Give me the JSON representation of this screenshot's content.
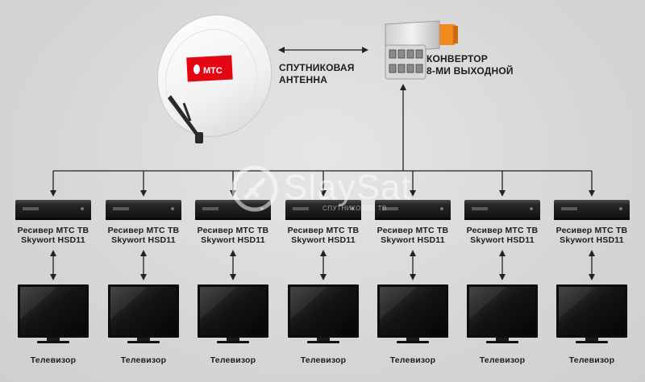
{
  "labels": {
    "antenna_line1": "СПУТНИКОВАЯ",
    "antenna_line2": "АНТЕННА",
    "converter_line1": "КОНВЕРТОР",
    "converter_line2": "8-МИ ВЫХОДНОЙ",
    "dish_logo": "МТС"
  },
  "watermark": {
    "text": "SlaySat",
    "sub": "СПУТНИКОВОЕ ТВ"
  },
  "receivers": [
    {
      "line1": "Ресивер МТС ТВ",
      "line2": "Skywort HSD11"
    },
    {
      "line1": "Ресивер МТС ТВ",
      "line2": "Skywort HSD11"
    },
    {
      "line1": "Ресивер МТС ТВ",
      "line2": "Skywort HSD11"
    },
    {
      "line1": "Ресивер МТС ТВ",
      "line2": "Skywort HSD11"
    },
    {
      "line1": "Ресивер МТС ТВ",
      "line2": "Skywort HSD11"
    },
    {
      "line1": "Ресивер МТС ТВ",
      "line2": "Skywort HSD11"
    },
    {
      "line1": "Ресивер МТС ТВ",
      "line2": "Skywort HSD11"
    }
  ],
  "tvs": [
    "Телевизор",
    "Телевизор",
    "Телевизор",
    "Телевизор",
    "Телевизор",
    "Телевизор",
    "Телевизор"
  ],
  "colors": {
    "brand_red": "#e30613",
    "lnb_orange": "#f08a1c",
    "device_dark": "#1e1e1e"
  }
}
